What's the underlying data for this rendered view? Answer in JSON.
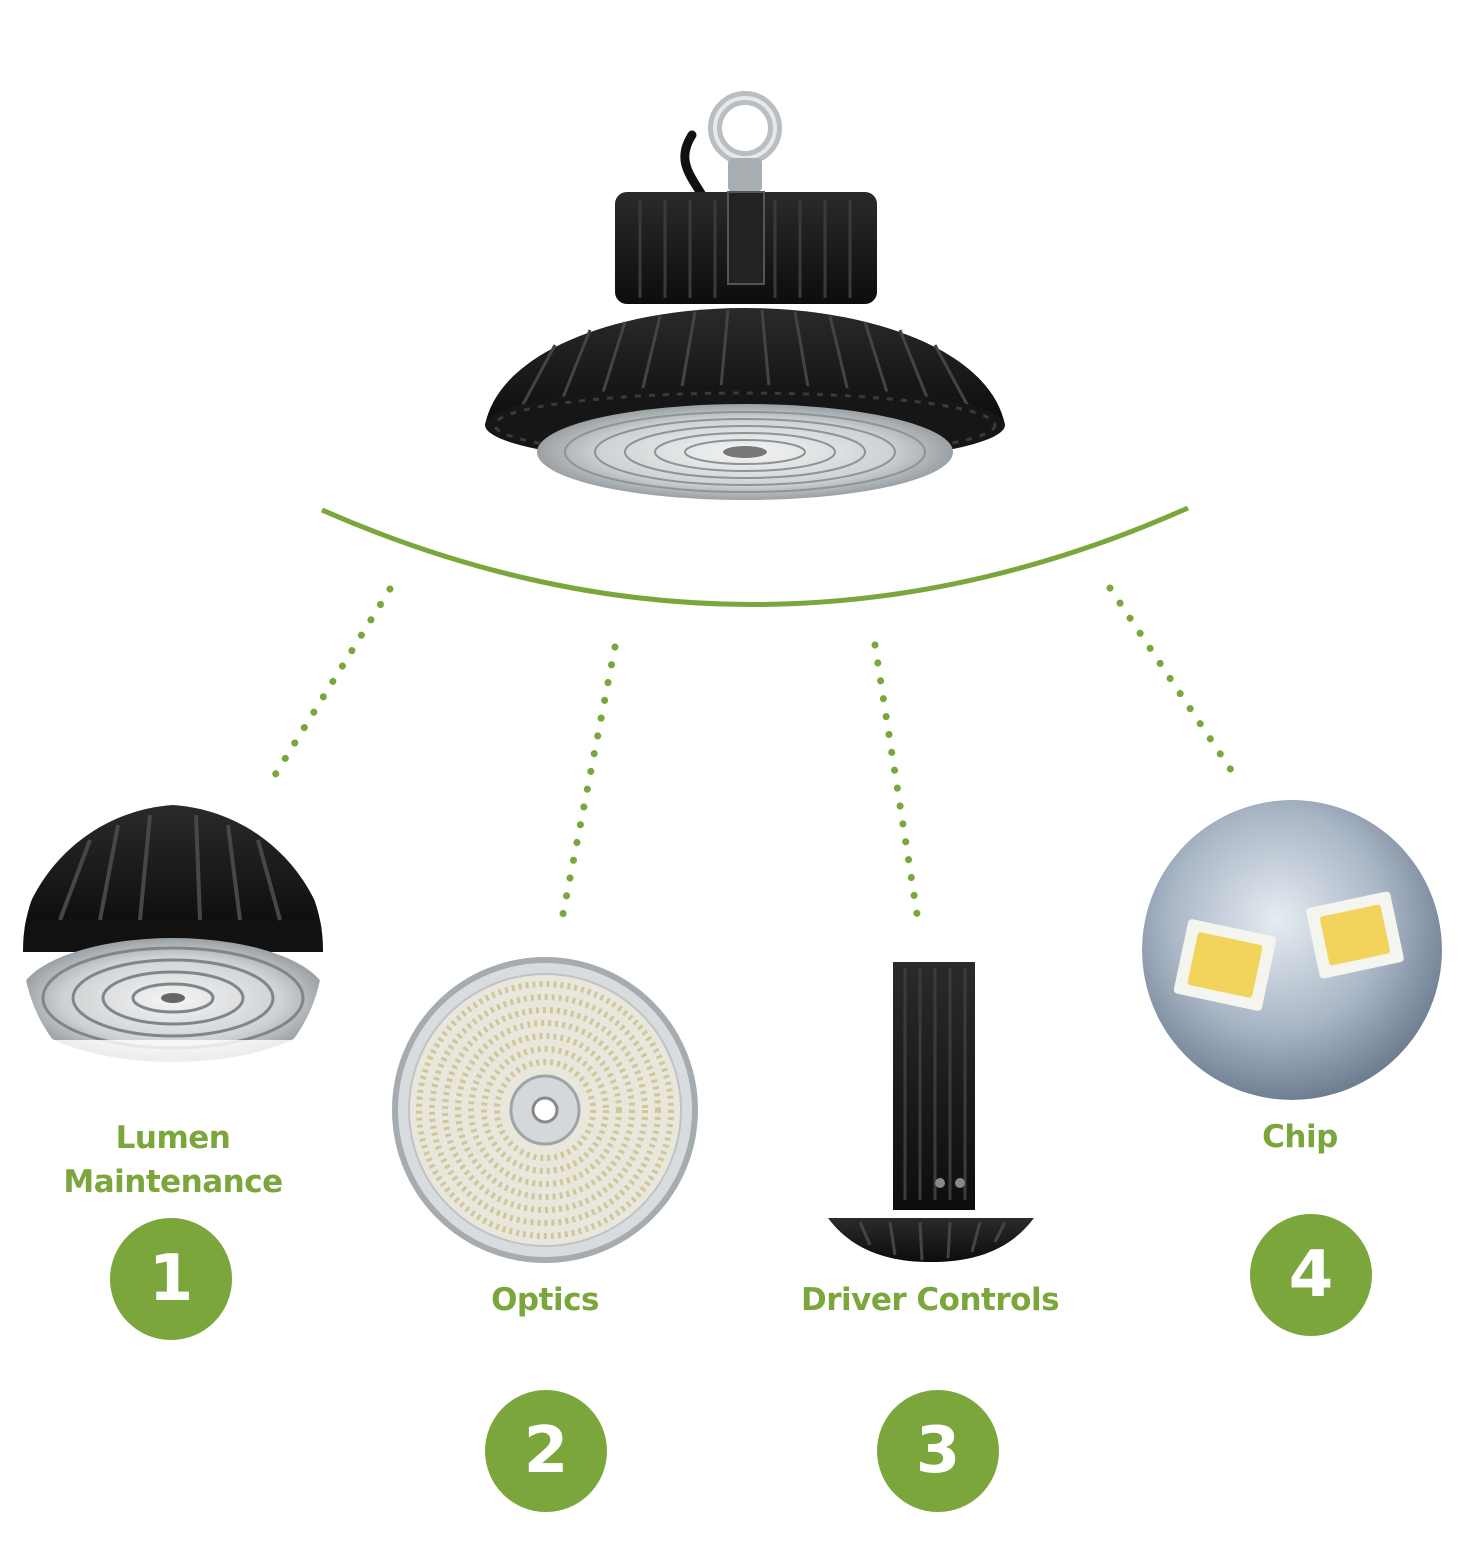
{
  "components": [
    {
      "number": "1",
      "label_lines": [
        "Lumen",
        "Maintenance"
      ]
    },
    {
      "number": "2",
      "label_lines": [
        "Optics"
      ]
    },
    {
      "number": "3",
      "label_lines": [
        "Driver Controls"
      ]
    },
    {
      "number": "4",
      "label_lines": [
        "Chip"
      ]
    }
  ],
  "colors": {
    "accent": "#7aa63b",
    "fixture": "#1c1c1c",
    "badge_text": "#ffffff"
  },
  "icons": [
    "high-bay-lamp-icon",
    "lumen-maintenance-photo",
    "optics-led-board-photo",
    "driver-controls-photo",
    "led-chip-photo"
  ]
}
